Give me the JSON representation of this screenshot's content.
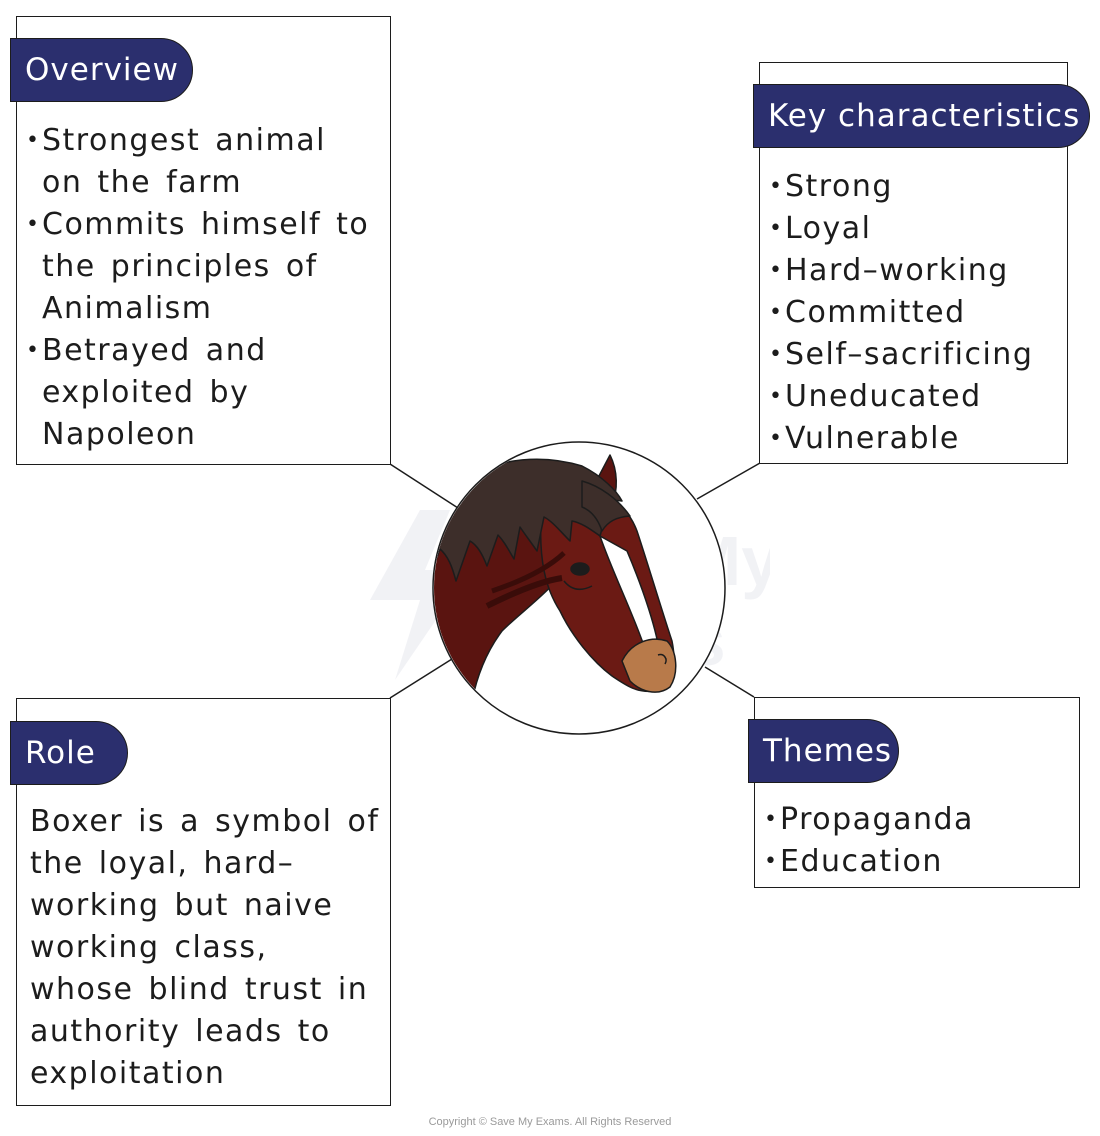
{
  "overview": {
    "title": "Overview",
    "items": [
      "Strongest animal on the farm",
      "Commits himself to the principles of Animalism",
      "Betrayed and exploited by Napoleon"
    ]
  },
  "key_characteristics": {
    "title": "Key characteristics",
    "items": [
      "Strong",
      "Loyal",
      "Hard–working",
      "Committed",
      "Self–sacrificing",
      "Uneducated",
      "Vulnerable"
    ]
  },
  "role": {
    "title": "Role",
    "text": "Boxer is a symbol of the loyal, hard–working but naive working class, whose blind trust in authority leads to exploitation"
  },
  "themes": {
    "title": "Themes",
    "items": [
      "Propaganda",
      "Education"
    ]
  },
  "center": {
    "icon": "horse-icon"
  },
  "watermark": "Save My Exams",
  "copyright": "Copyright © Save My Exams. All Rights Reserved",
  "colors": {
    "header_fill": "#2b2f6e",
    "header_text": "#ffffff",
    "outline": "#1c1c1c"
  }
}
